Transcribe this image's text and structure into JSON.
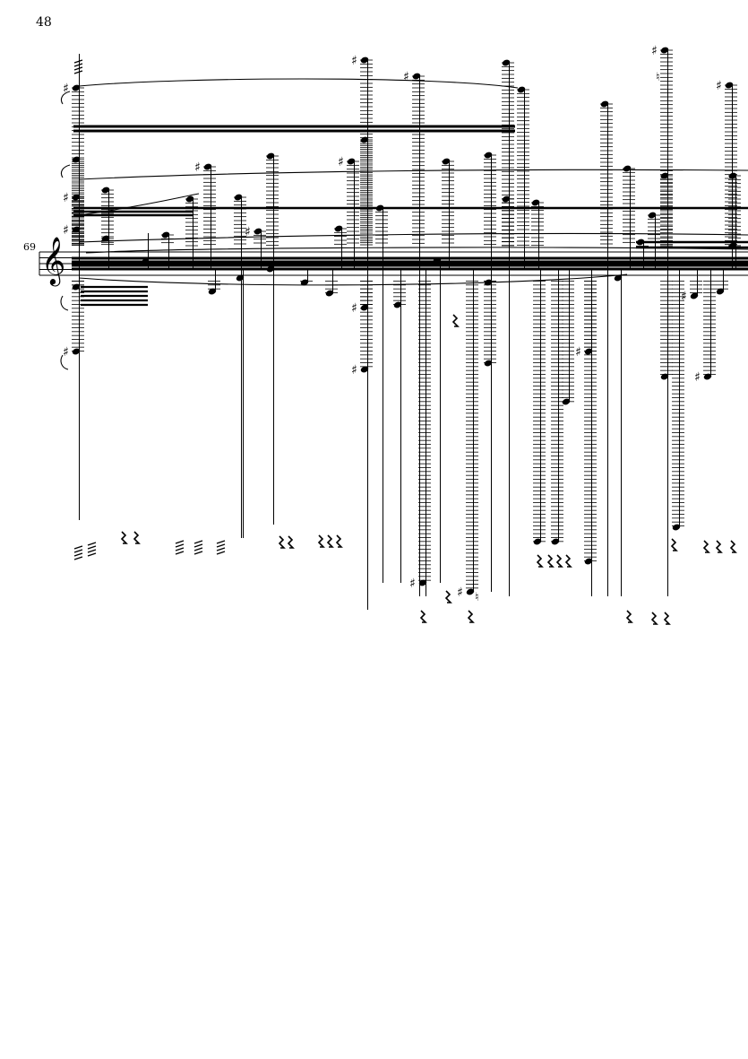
{
  "page": {
    "number": "48"
  },
  "system": {
    "measure_number": "69",
    "clef": "treble",
    "accidental_glyph": "♯",
    "natural_glyph": "♮"
  }
}
